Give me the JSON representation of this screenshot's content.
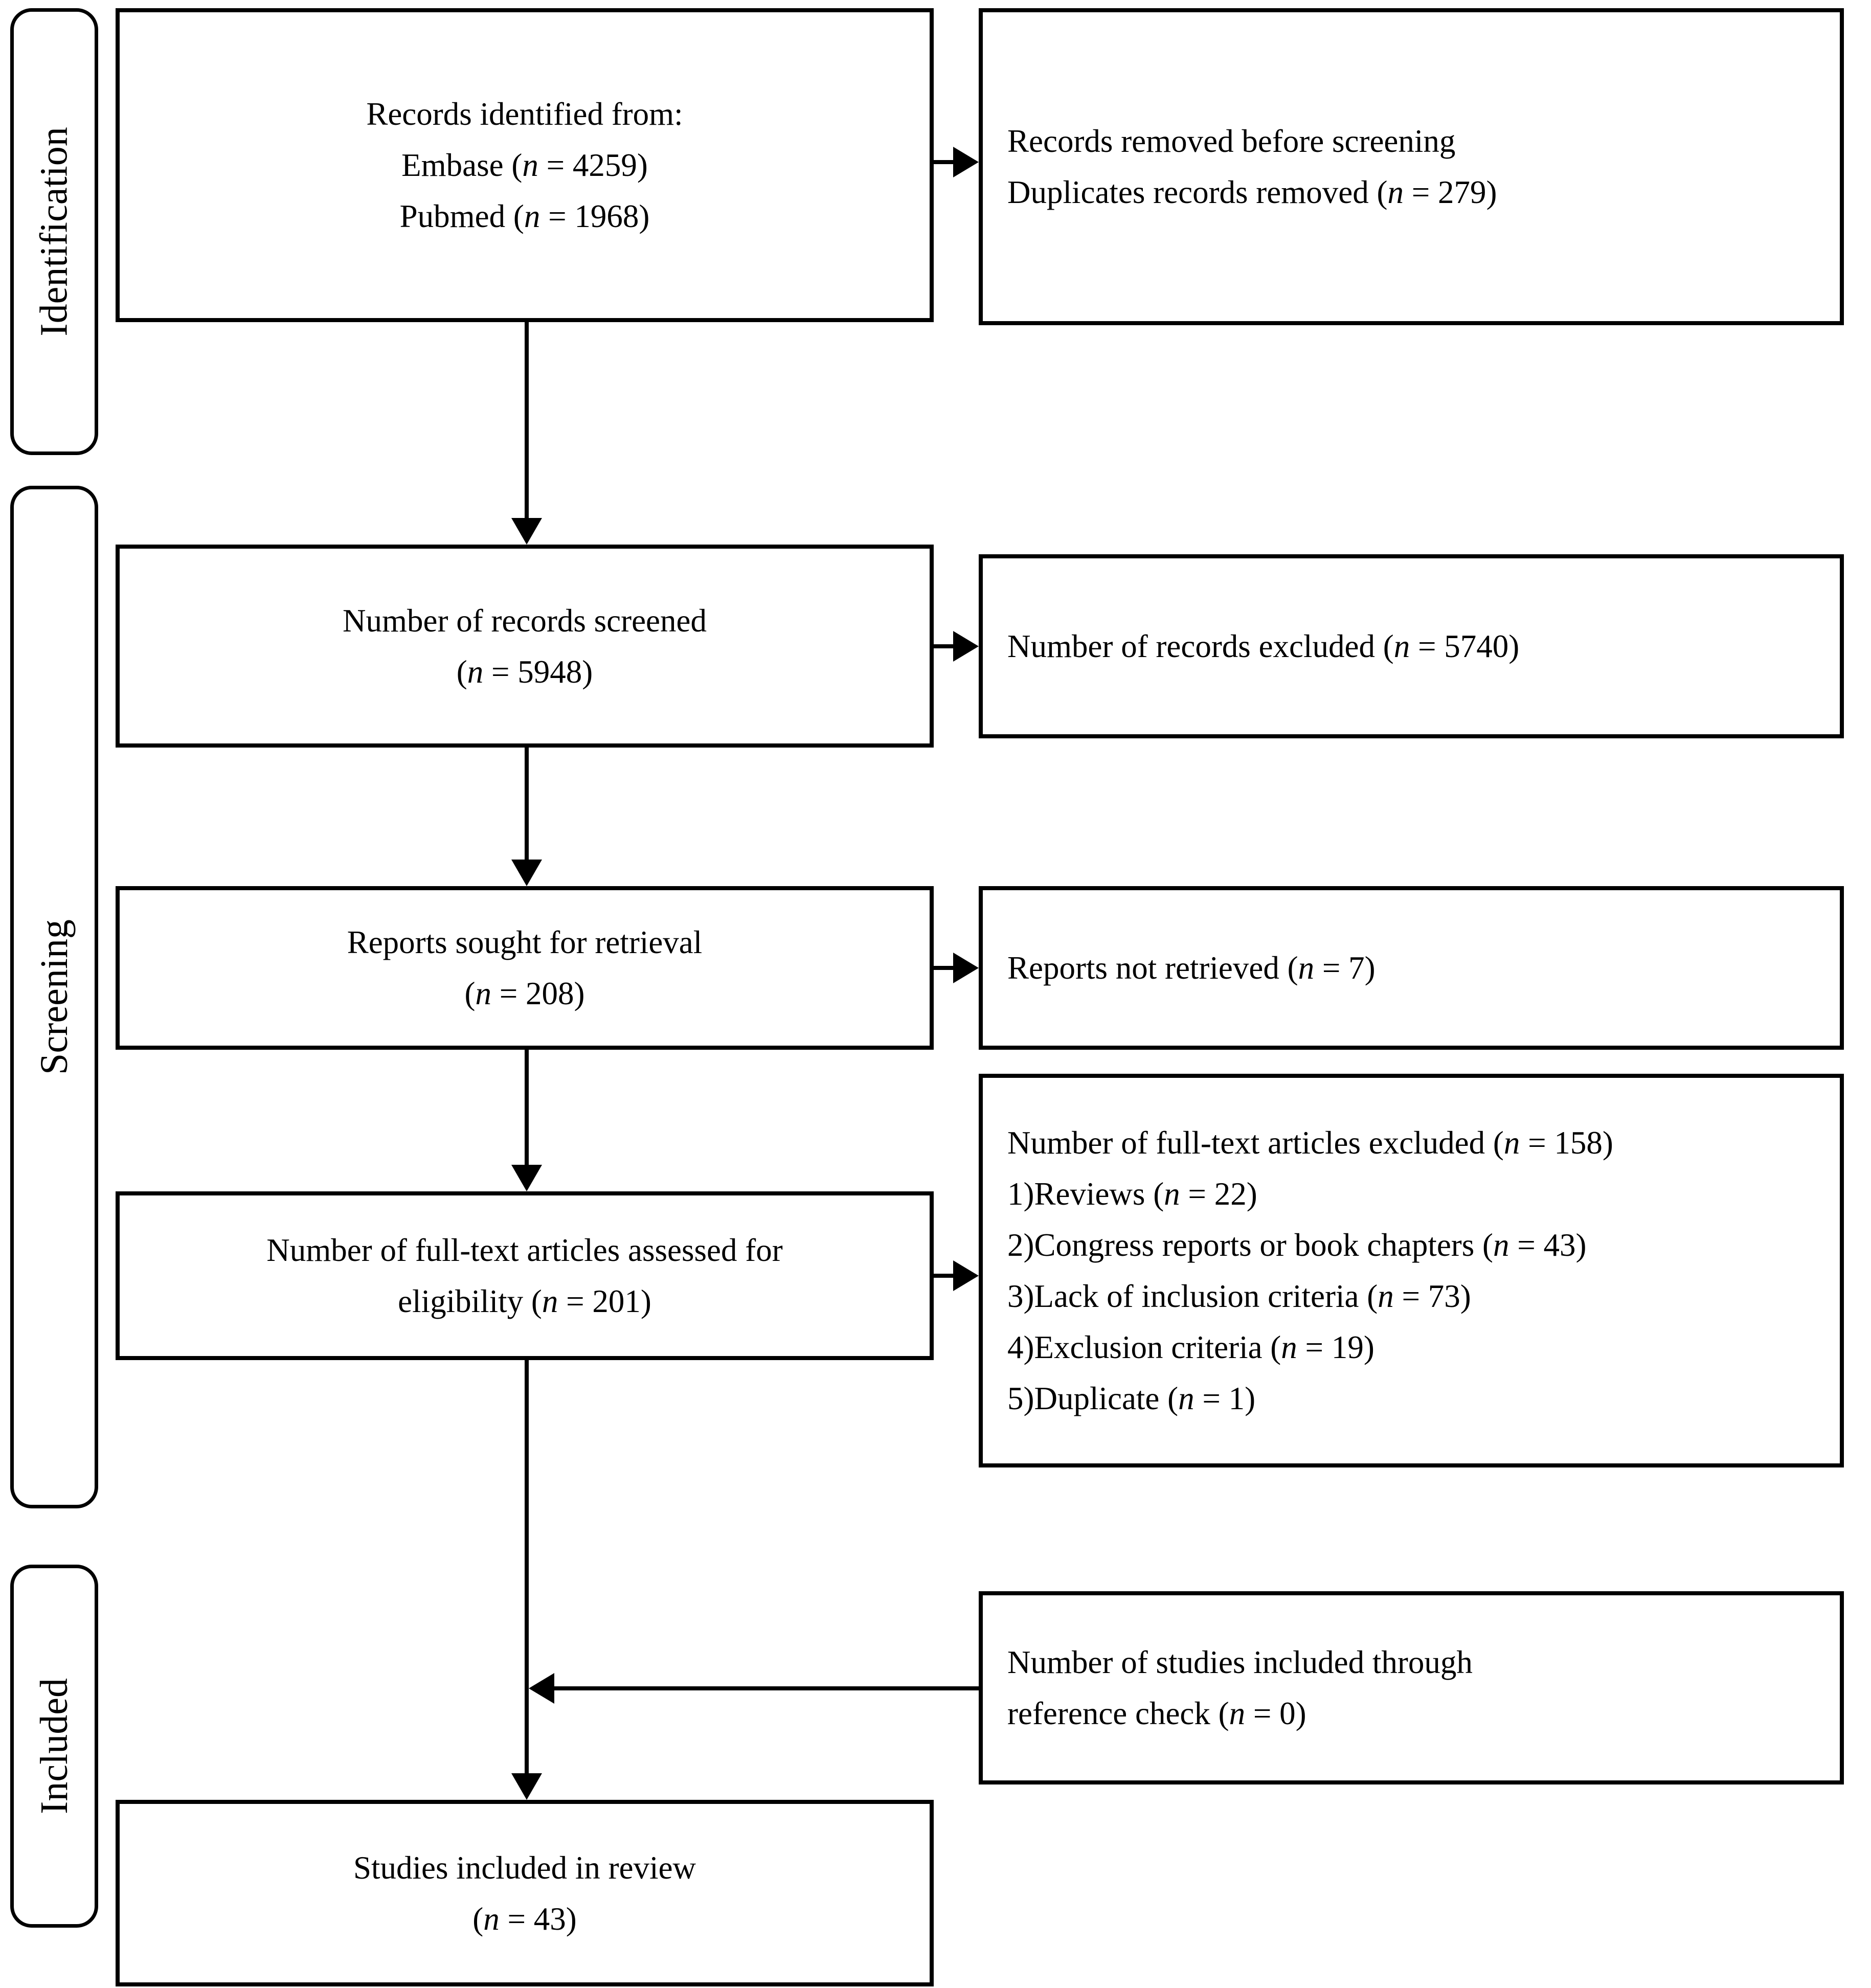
{
  "figure": {
    "type": "prisma-flow-diagram",
    "colors": {
      "border": "#000000",
      "background": "#ffffff",
      "text": "#000000"
    },
    "stages": [
      {
        "id": "identification",
        "label": "Identification"
      },
      {
        "id": "screening",
        "label": "Screening"
      },
      {
        "id": "included",
        "label": "Included"
      }
    ],
    "boxes": {
      "records_identified": {
        "lines": [
          "Records identified from:",
          "Embase (n = 4259)",
          "Pubmed (n = 1968)"
        ]
      },
      "records_removed": {
        "lines": [
          "Records removed before screening",
          "Duplicates records removed (n = 279)"
        ]
      },
      "records_screened": {
        "lines": [
          "Number of records screened",
          "(n = 5948)"
        ]
      },
      "records_excluded": {
        "lines": [
          "Number of records excluded (n = 5740)"
        ]
      },
      "reports_sought": {
        "lines": [
          "Reports sought for retrieval",
          "(n = 208)"
        ]
      },
      "reports_not_retrieved": {
        "lines": [
          "Reports not retrieved (n = 7)"
        ]
      },
      "fulltext_assessed": {
        "lines": [
          "Number of full-text articles assessed for",
          "eligibility (n = 201)"
        ]
      },
      "fulltext_excluded": {
        "lines": [
          "Number of full-text articles excluded (n = 158)",
          "1)Reviews (n = 22)",
          "2)Congress reports or book chapters (n = 43)",
          "3)Lack of inclusion criteria (n = 73)",
          "4)Exclusion criteria (n = 19)",
          "5)Duplicate (n = 1)"
        ]
      },
      "reference_check": {
        "lines": [
          "Number of studies included through",
          "reference check (n = 0)"
        ]
      },
      "studies_included": {
        "lines": [
          "Studies included in review",
          "(n = 43)"
        ]
      }
    }
  }
}
